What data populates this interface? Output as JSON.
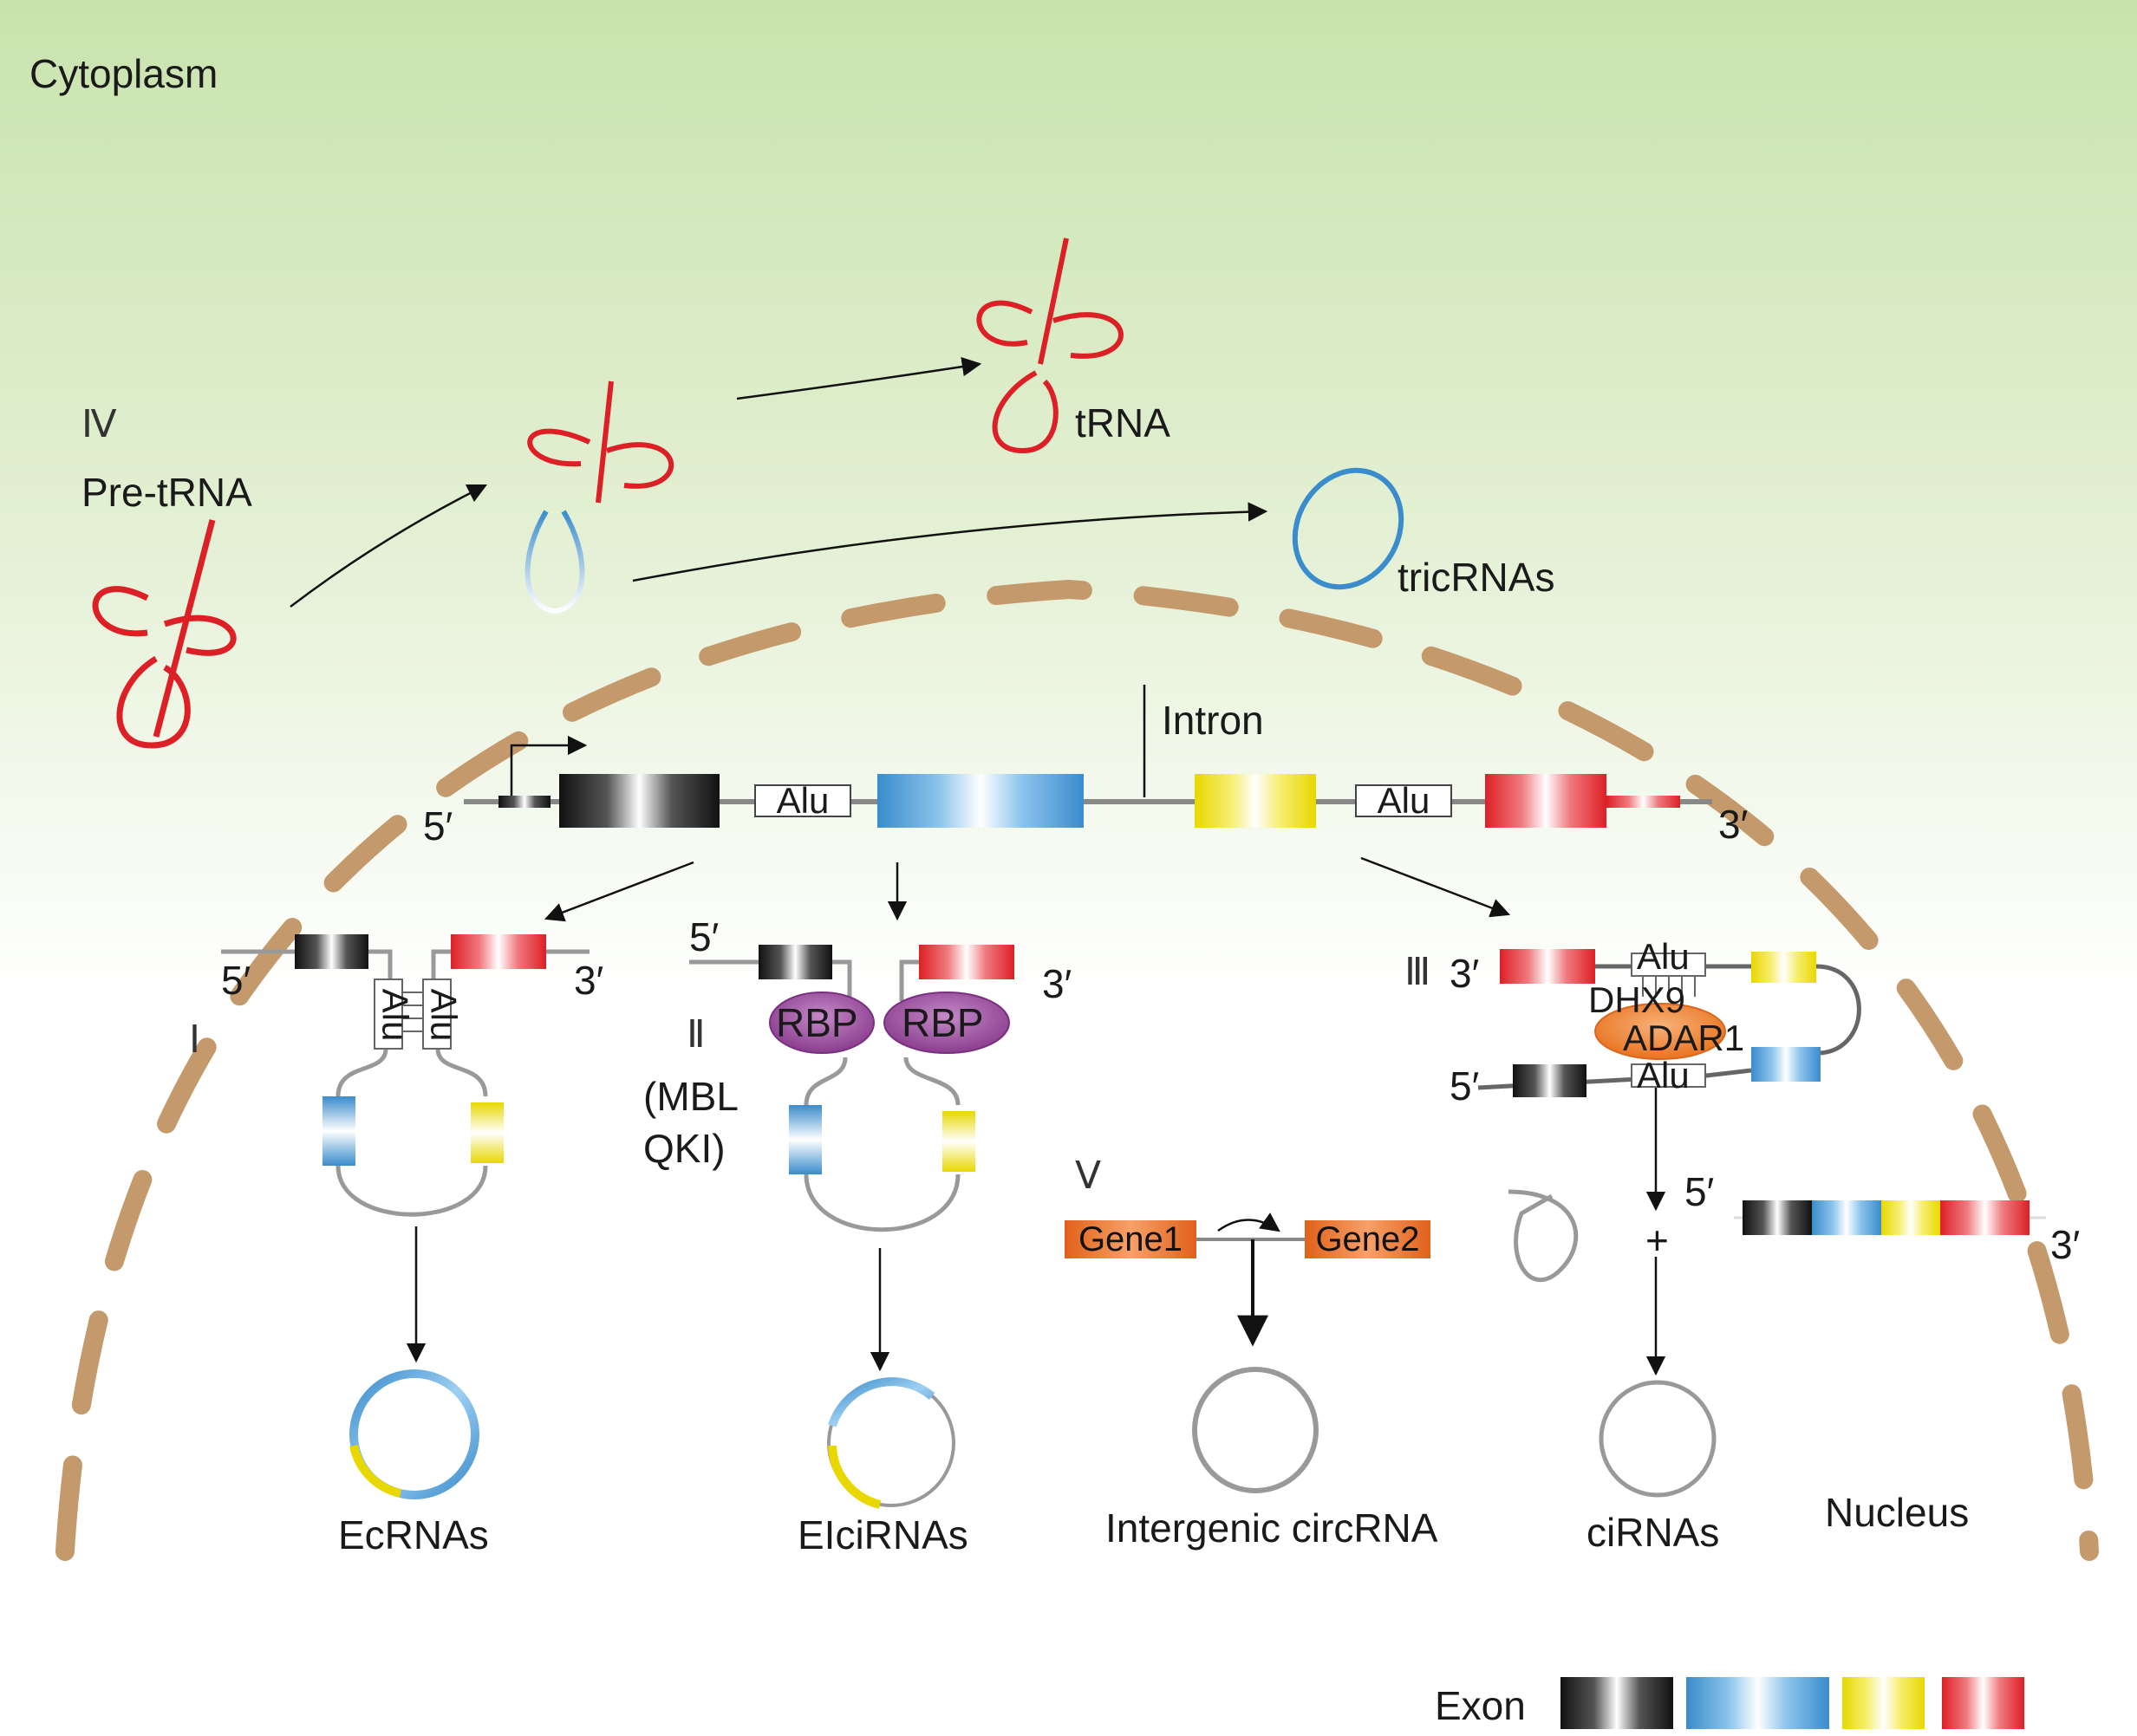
{
  "compartments": {
    "cytoplasm": "Cytoplasm",
    "nucleus": "Nucleus"
  },
  "pathway_iv": {
    "roman": "Ⅳ",
    "pre_trna": "Pre-tRNA",
    "trna": "tRNA",
    "tricrnas": "tricRNAs"
  },
  "gene_structure": {
    "intron": "Intron",
    "alu1": "Alu",
    "alu2": "Alu",
    "five_prime": "5′",
    "three_prime": "3′"
  },
  "pathway_i": {
    "roman": "Ⅰ",
    "five_prime": "5′",
    "three_prime": "3′",
    "alu_left": "Alu",
    "alu_right": "Alu",
    "product": "EcRNAs"
  },
  "pathway_ii": {
    "roman": "Ⅱ",
    "five_prime": "5′",
    "three_prime": "3′",
    "rbp_left": "RBP",
    "rbp_right": "RBP",
    "factors_line1": "(MBL",
    "factors_line2": "QKI)",
    "product": "EIciRNAs"
  },
  "pathway_iii": {
    "roman": "Ⅲ",
    "three_prime": "3′",
    "five_prime": "5′",
    "alu_top": "Alu",
    "alu_bottom": "Alu",
    "dhx9": "DHX9",
    "adar1": "ADAR1",
    "plus": "+",
    "linear_five": "5′",
    "linear_three": "3′",
    "product": "ciRNAs"
  },
  "pathway_v": {
    "roman": "Ⅴ",
    "gene1": "Gene1",
    "gene2": "Gene2",
    "product": "Intergenic circRNA"
  },
  "legend": {
    "label": "Exon",
    "colors": [
      "#1a1a1a",
      "#3a8ccc",
      "#e8d800",
      "#dd1f26"
    ]
  },
  "colors": {
    "membrane": "#c49a6c",
    "trna_red": "#dd1f26",
    "circle_blue": "#3a8ccc",
    "circle_gray": "#999999",
    "gene_orange": "#e0611a",
    "rbp_purple": "#9b4f9e",
    "adar_orange": "#f08a3a"
  }
}
